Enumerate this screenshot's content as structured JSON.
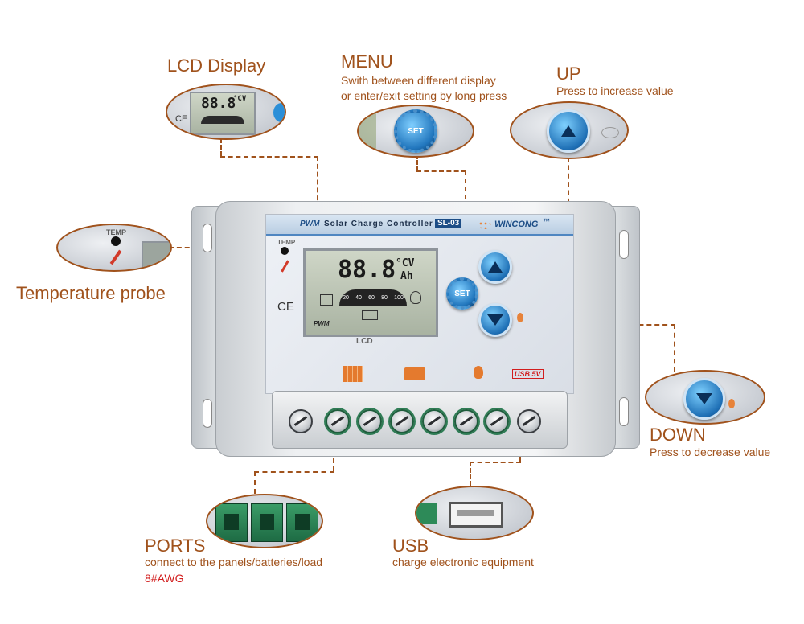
{
  "labels": {
    "lcd": {
      "title": "LCD Display"
    },
    "menu": {
      "title": "MENU",
      "desc_line1": "Swith between different display",
      "desc_line2": "or enter/exit setting by long press"
    },
    "up": {
      "title": "UP",
      "desc": "Press to increase value"
    },
    "temp": {
      "title": "Temperature probe"
    },
    "down": {
      "title": "DOWN",
      "desc": "Press to decrease value"
    },
    "ports": {
      "title": "PORTS",
      "desc": "connect to the panels/batteries/load",
      "spec": "8#AWG"
    },
    "usb": {
      "title": "USB",
      "desc": "charge electronic equipment"
    }
  },
  "device": {
    "header_pwm": "PWM",
    "header_title": "Solar Charge Controller",
    "model": "SL-03",
    "brand": "WINCONG",
    "brand_mark": "™",
    "temp_label": "TEMP",
    "ce_mark": "CE",
    "lcd_caption": "LCD",
    "lcd_digits": "88.8",
    "lcd_unit_top": "°CV",
    "lcd_unit_bottom": "Ah",
    "lcd_scale": [
      "20",
      "40",
      "60",
      "80",
      "100"
    ],
    "lcd_pwm": "PWM",
    "set_label": "SET",
    "usb_badge": "USB 5V"
  },
  "colors": {
    "accent": "#a0521c",
    "awg": "#d21e1e",
    "button_blue": "#1e6fb5"
  },
  "icons": [
    "plus-icon",
    "minus-icon",
    "thermometer-icon",
    "bulb-icon",
    "battery-icon",
    "solar-panel-icon",
    "gear-icon"
  ]
}
